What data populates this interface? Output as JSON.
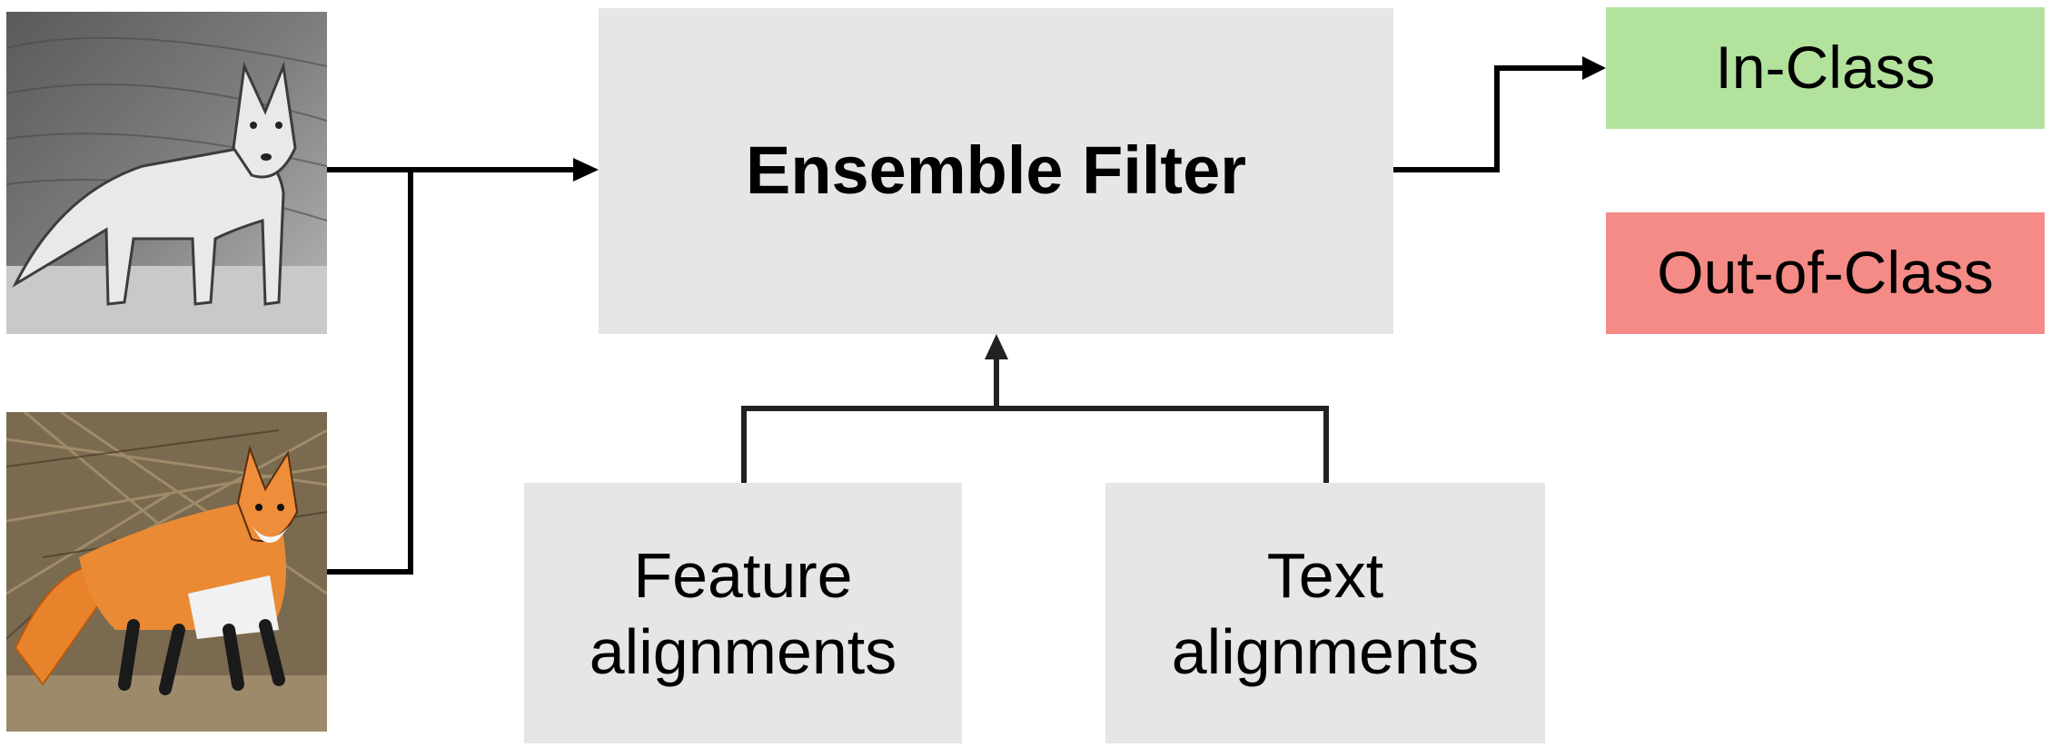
{
  "diagram": {
    "ensemble_label": "Ensemble Filter",
    "feature_box": {
      "line1": "Feature",
      "line2": "alignments"
    },
    "text_box": {
      "line1": "Text",
      "line2": "alignments"
    },
    "in_class_label": "In-Class",
    "out_class_label": "Out-of-Class"
  },
  "colors": {
    "box_gray": "#e6e6e6",
    "in_class_green": "#b3e29d",
    "out_class_red": "#f58b86",
    "connector": "#000000"
  },
  "images": [
    {
      "name": "fox-sketch-image",
      "style": "grayscale pencil sketch of a fox"
    },
    {
      "name": "fox-photo-image",
      "style": "color photo of a red fox in dry brush"
    }
  ]
}
